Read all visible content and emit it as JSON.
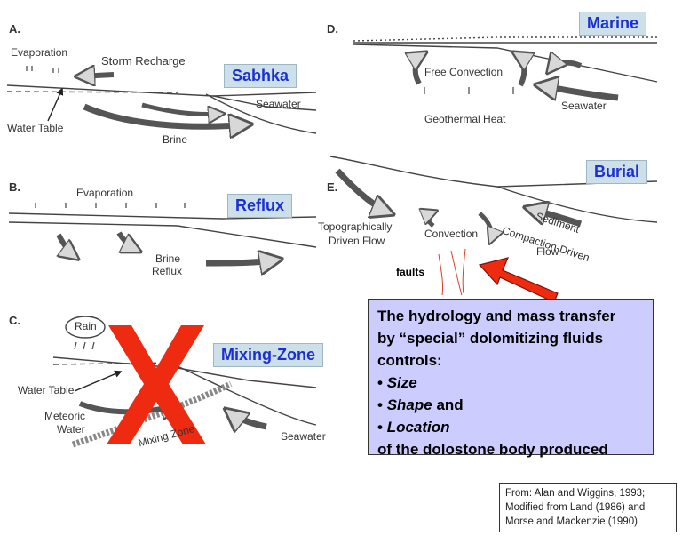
{
  "panels": {
    "a": {
      "letter": "A.",
      "tag": "Sabhka",
      "labels": [
        "Evaporation",
        "Storm Recharge",
        "Seawater",
        "Water Table",
        "Brine"
      ]
    },
    "b": {
      "letter": "B.",
      "tag": "Reflux",
      "labels": [
        "Evaporation",
        "Brine",
        "Reflux"
      ]
    },
    "c": {
      "letter": "C.",
      "tag": "Mixing-Zone",
      "labels": [
        "Rain",
        "Water Table",
        "Meteoric",
        "Water",
        "Mixing Zone",
        "Seawater"
      ]
    },
    "d": {
      "letter": "D.",
      "tag": "Marine",
      "labels": [
        "Free Convection",
        "Geothermal Heat",
        "Seawater"
      ]
    },
    "e": {
      "letter": "E.",
      "tag": "Burial",
      "labels": [
        "Topographically",
        "Driven Flow",
        "Convection",
        "Sediment",
        "Compaction-Driven",
        "Flow"
      ]
    }
  },
  "faults_label": "faults",
  "callout": {
    "line1": "The hydrology and mass transfer",
    "line2": "by “special” dolomitizing fluids",
    "line3": "controls:",
    "bullet": "•",
    "item1": "Size",
    "item2": "Shape",
    "item2_suffix": "and",
    "item3": "Location",
    "line_last": "of the dolostone body produced"
  },
  "credit": {
    "line1": "From: Alan and Wiggins, 1993;",
    "line2": "Modified from Land (1986) and",
    "line3": "Morse and Mackenzie (1990)"
  },
  "colors": {
    "tag_bg": "#cde0ea",
    "tag_text": "#1a2fd6",
    "callout_bg": "#ccccff",
    "red_mark": "#ee2a10",
    "arrow_fill": "#dcdcdc"
  }
}
